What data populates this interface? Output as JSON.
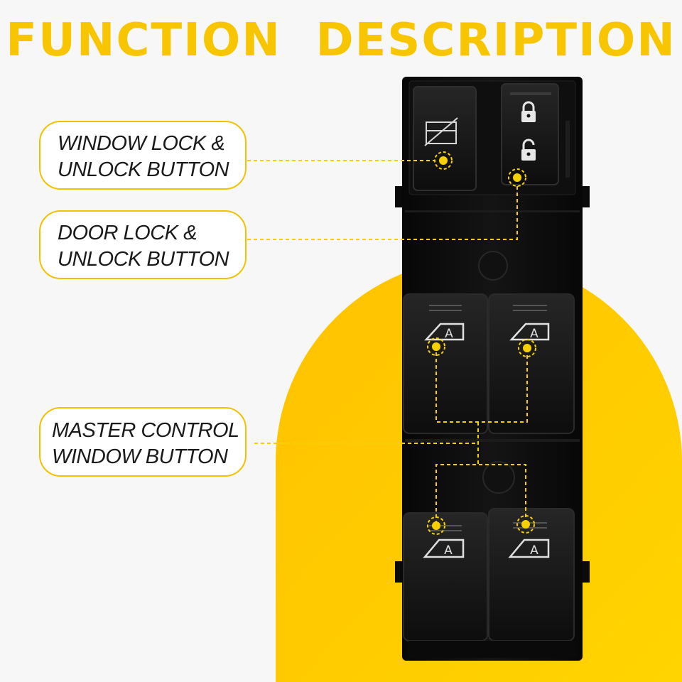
{
  "title": "FUNCTION  DESCRIPTION",
  "callouts": {
    "window_lock": {
      "line1": "WINDOW LOCK &",
      "line2": "UNLOCK BUTTON"
    },
    "door_lock": {
      "line1": "DOOR LOCK &",
      "line2": "UNLOCK BUTTON"
    },
    "master_control": {
      "line1": "MASTER CONTROL",
      "line2": "WINDOW BUTTON"
    }
  },
  "switch_labels": {
    "auto_front_left": "A",
    "auto_front_right": "A",
    "auto_rear_left": "A",
    "auto_rear_right": "A"
  },
  "colors": {
    "accent": "#f7c600",
    "callout_border": "#f2c200",
    "background": "#f7f7f7",
    "switch_body": "#0c0c0c",
    "switch_button": "#121212"
  }
}
